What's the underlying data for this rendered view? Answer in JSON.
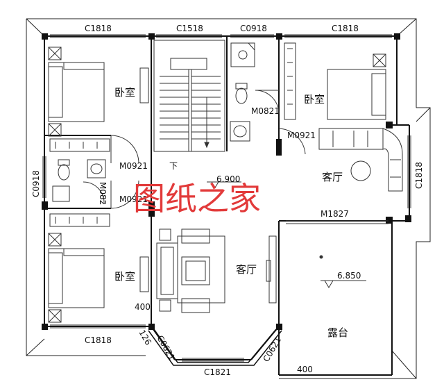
{
  "rooms": {
    "bedroom_top_left": "卧室",
    "bedroom_top_right": "卧室",
    "bedroom_bottom_left": "卧室",
    "living_right": "客厅",
    "living_center": "客厅",
    "terrace": "露台",
    "stair_down": "下"
  },
  "windows": {
    "top_left": "C1818",
    "top_stair": "C1518",
    "top_bath": "C0918",
    "top_right": "C1818",
    "left_side": "C0918",
    "right_side": "C1818",
    "bottom_left": "C1818",
    "bottom_bay": "C1821",
    "bay_left": "C0621",
    "bay_right": "C0621"
  },
  "doors": {
    "bath_right": "M0821",
    "bedroom_right": "M0921",
    "bedroom_top_left": "M0921",
    "bath_left_side": "M082",
    "bedroom_bottom_left": "M0921",
    "living_sliding": "M1827"
  },
  "levels": {
    "floor": "6.900",
    "terrace": "6.850"
  },
  "dimensions": {
    "d400_left": "400",
    "d126": "126",
    "d400_bottom": "400"
  },
  "watermark": "图纸之家"
}
